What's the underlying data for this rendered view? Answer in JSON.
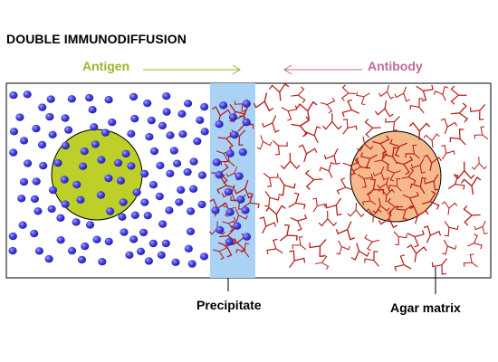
{
  "title": "DOUBLE IMMUNODIFFUSION",
  "labels": {
    "antigen": "Antigen",
    "antibody": "Antibody",
    "precipitate": "Precipitate",
    "agar_matrix": "Agar matrix"
  },
  "colors": {
    "antigen_text": "#9ab52a",
    "antibody_text": "#c06a98",
    "antigen_well": "#bdd02a",
    "antibody_well": "#f6b98c",
    "precipitate_band": "#a9d2f5",
    "antigen_dot": "#3a36d6",
    "antibody_mark": "#b81e1e",
    "frame": "#000000"
  }
}
